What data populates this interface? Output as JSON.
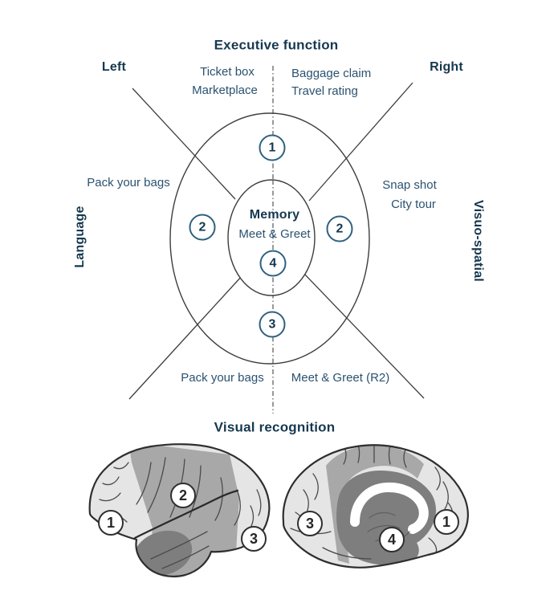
{
  "titles": {
    "executive": "Executive function",
    "visual": "Visual recognition"
  },
  "hemispheres": {
    "left": "Left",
    "right": "Right"
  },
  "axes": {
    "language": "Language",
    "visuospatial": "Visuo-spatial"
  },
  "games": {
    "executive_left": [
      "Ticket box",
      "Marketplace"
    ],
    "executive_right": [
      "Baggage claim",
      "Travel rating"
    ],
    "language": "Pack your bags",
    "visuospatial": [
      "Snap shot",
      "City tour"
    ],
    "visual_left": "Pack your bags",
    "visual_right": "Meet & Greet (R2)"
  },
  "memory": {
    "title": "Memory",
    "game": "Meet & Greet"
  },
  "region_markers": {
    "executive": "1",
    "language": "2",
    "visuospatial": "2",
    "memory": "4",
    "visual": "3"
  },
  "brain_lateral_markers": [
    "1",
    "2",
    "3"
  ],
  "brain_medial_markers": [
    "3",
    "4",
    "1"
  ],
  "colors": {
    "heading_text": "#16384F",
    "label_text": "#2B5270",
    "marker_ring": "#2E617F",
    "diagram_line": "#3D3D3D",
    "brain_outline": "#2E2E2E",
    "brain_light": "#E5E5E5",
    "brain_medium": "#A8A8A8",
    "brain_dark": "#7E7E7E"
  }
}
